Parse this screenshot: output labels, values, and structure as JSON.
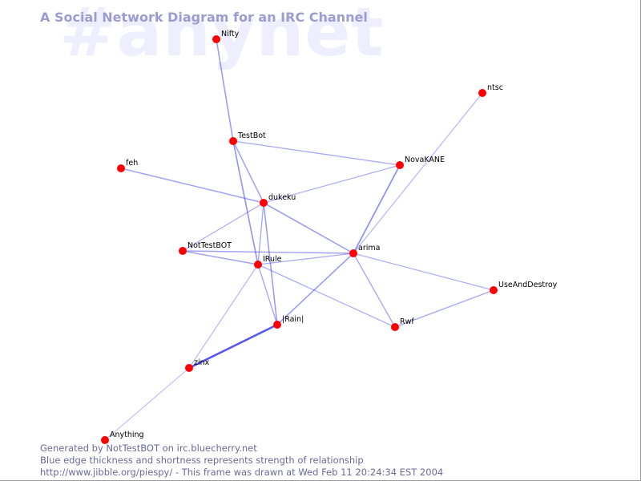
{
  "watermark": "#anynet",
  "title": "A Social Network Diagram for an IRC Channel",
  "footer": {
    "line1": "Generated by NotTestBOT on irc.bluecherry.net",
    "line2": "Blue edge thickness and shortness represents strength of relationship",
    "line3": "http://www.jibble.org/piespy/ - This frame was drawn at Wed Feb 11 20:24:34 EST 2004"
  },
  "colors": {
    "background": "#ffffff",
    "node": "#ff0000",
    "edge": "#3333ee",
    "title": "#9c9cd2",
    "watermark": "#eeeeff",
    "footer": "#6a6a9a"
  },
  "nodes": [
    {
      "id": "nifty",
      "label": "Nifty"
    },
    {
      "id": "ntsc",
      "label": "ntsc"
    },
    {
      "id": "testbot",
      "label": "TestBot"
    },
    {
      "id": "novakane",
      "label": "NovaKANE"
    },
    {
      "id": "feh",
      "label": "feh"
    },
    {
      "id": "dukeku",
      "label": "dukeku"
    },
    {
      "id": "nottestbot",
      "label": "NotTestBOT"
    },
    {
      "id": "irule",
      "label": "IRule"
    },
    {
      "id": "arima",
      "label": "arima"
    },
    {
      "id": "useanddestroy",
      "label": "UseAndDestroy"
    },
    {
      "id": "rain",
      "label": "|Rain|"
    },
    {
      "id": "rwf",
      "label": "Rwf"
    },
    {
      "id": "zinx",
      "label": "zinx"
    },
    {
      "id": "anything",
      "label": "Anything"
    }
  ],
  "edges": [
    {
      "source": "nifty",
      "target": "testbot",
      "strength": 0.45
    },
    {
      "source": "testbot",
      "target": "dukeku",
      "strength": 0.4
    },
    {
      "source": "testbot",
      "target": "irule",
      "strength": 0.5
    },
    {
      "source": "testbot",
      "target": "novakane",
      "strength": 0.35
    },
    {
      "source": "ntsc",
      "target": "arima",
      "strength": 0.25
    },
    {
      "source": "novakane",
      "target": "dukeku",
      "strength": 0.3
    },
    {
      "source": "novakane",
      "target": "arima",
      "strength": 0.55
    },
    {
      "source": "feh",
      "target": "dukeku",
      "strength": 0.4
    },
    {
      "source": "dukeku",
      "target": "nottestbot",
      "strength": 0.3
    },
    {
      "source": "dukeku",
      "target": "irule",
      "strength": 0.35
    },
    {
      "source": "dukeku",
      "target": "arima",
      "strength": 0.45
    },
    {
      "source": "dukeku",
      "target": "rain",
      "strength": 0.45
    },
    {
      "source": "nottestbot",
      "target": "irule",
      "strength": 0.4
    },
    {
      "source": "nottestbot",
      "target": "arima",
      "strength": 0.4
    },
    {
      "source": "irule",
      "target": "arima",
      "strength": 0.3
    },
    {
      "source": "irule",
      "target": "rain",
      "strength": 0.35
    },
    {
      "source": "irule",
      "target": "rwf",
      "strength": 0.3
    },
    {
      "source": "irule",
      "target": "zinx",
      "strength": 0.25
    },
    {
      "source": "arima",
      "target": "rain",
      "strength": 0.45
    },
    {
      "source": "arima",
      "target": "rwf",
      "strength": 0.35
    },
    {
      "source": "arima",
      "target": "useanddestroy",
      "strength": 0.3
    },
    {
      "source": "useanddestroy",
      "target": "rwf",
      "strength": 0.35
    },
    {
      "source": "rain",
      "target": "zinx",
      "strength": 1.0
    },
    {
      "source": "zinx",
      "target": "anything",
      "strength": 0.2
    }
  ]
}
